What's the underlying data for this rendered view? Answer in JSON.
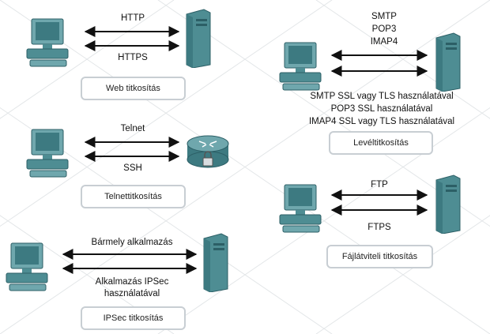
{
  "colors": {
    "background_grid": "#e3e6e8",
    "device_teal": "#4e8d93",
    "device_dark": "#2c5f66",
    "box_border": "#c8ced3"
  },
  "web": {
    "top_protocol": "HTTP",
    "bottom_protocol": "HTTPS",
    "caption": "Web titkosítás"
  },
  "mail": {
    "protocols": [
      "SMTP",
      "POP3",
      "IMAP4"
    ],
    "secure_lines": [
      "SMTP SSL vagy TLS használatával",
      "POP3 SSL használatával",
      "IMAP4 SSL vagy TLS használatával"
    ],
    "caption": "Levéltitkosítás"
  },
  "telnet": {
    "top_protocol": "Telnet",
    "bottom_protocol": "SSH",
    "caption": "Telnettitkosítás"
  },
  "ftp": {
    "top_protocol": "FTP",
    "bottom_protocol": "FTPS",
    "caption": "Fájlátviteli titkosítás"
  },
  "ipsec": {
    "top_protocol": "Bármely alkalmazás",
    "bottom_lines": [
      "Alkalmazás IPSec",
      "használatával"
    ],
    "caption": "IPSec titkosítás"
  }
}
